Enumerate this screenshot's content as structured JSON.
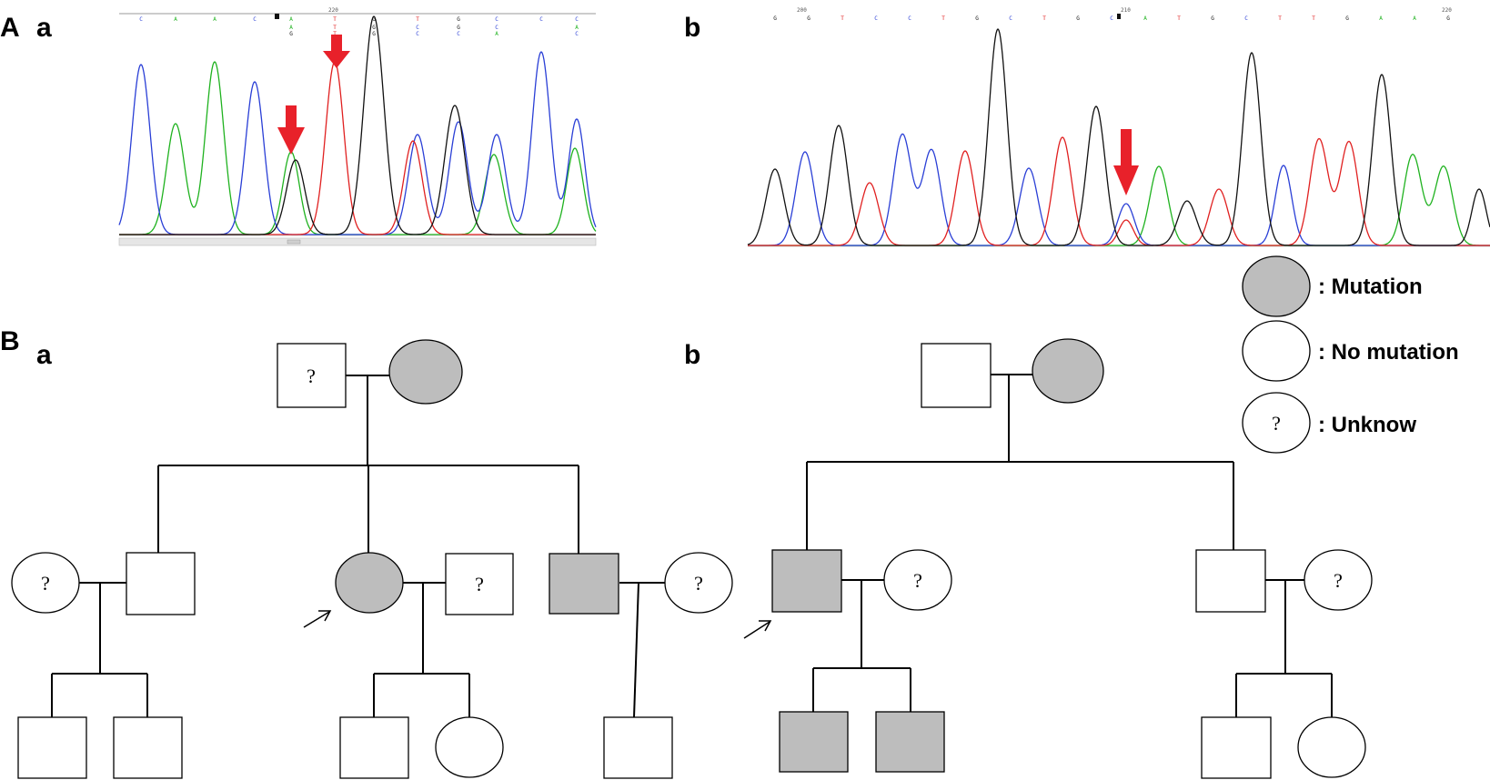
{
  "panel_labels": {
    "A": "A",
    "A_a": "a",
    "A_b": "b",
    "B": "B",
    "B_a": "a",
    "B_b": "b"
  },
  "unknown_mark": "?",
  "legend": [
    {
      "label": ": Mutation",
      "status": "mutation"
    },
    {
      "label": ": No mutation",
      "status": "none"
    },
    {
      "label": ": Unknow",
      "status": "unknown"
    }
  ],
  "chromatogram_a": {
    "position_label": "220",
    "base_calls": [
      "C",
      "A",
      "A",
      "C",
      "A",
      "T",
      "G",
      "T",
      "G",
      "C",
      "C",
      "C"
    ],
    "het_calls_1": [
      "A",
      "T",
      "G",
      "C",
      "G",
      "C",
      "A"
    ],
    "het_calls_2": [
      "G",
      "T",
      "G",
      "C",
      "C",
      "A",
      "C"
    ]
  },
  "chromatogram_b": {
    "position_labels": [
      "200",
      "210",
      "220"
    ],
    "base_calls": [
      "G",
      "G",
      "T",
      "C",
      "C",
      "T",
      "G",
      "C",
      "T",
      "G",
      "C",
      "A",
      "T",
      "G",
      "C",
      "T",
      "T",
      "G",
      "A",
      "A",
      "G"
    ]
  },
  "colors": {
    "A": "#1fb21f",
    "C": "#2a3fd6",
    "G": "#111111",
    "T": "#e02020",
    "affected_fill": "#bdbdbd",
    "arrow": "#e8212a",
    "baseline": "#cfcfcf"
  },
  "pedigree_a": {
    "individuals": [
      {
        "id": "I-1",
        "sex": "male",
        "status": "unknown"
      },
      {
        "id": "I-2",
        "sex": "female",
        "status": "mutation"
      },
      {
        "id": "II-1-spouse",
        "sex": "female",
        "status": "unknown"
      },
      {
        "id": "II-1",
        "sex": "male",
        "status": "none"
      },
      {
        "id": "II-2",
        "sex": "female",
        "status": "mutation",
        "proband": true
      },
      {
        "id": "II-2-spouse",
        "sex": "male",
        "status": "unknown"
      },
      {
        "id": "II-3",
        "sex": "male",
        "status": "mutation"
      },
      {
        "id": "II-3-spouse",
        "sex": "female",
        "status": "unknown"
      },
      {
        "id": "III-1",
        "sex": "male",
        "status": "none"
      },
      {
        "id": "III-2",
        "sex": "male",
        "status": "none"
      },
      {
        "id": "III-3",
        "sex": "male",
        "status": "none"
      },
      {
        "id": "III-4",
        "sex": "female",
        "status": "none"
      },
      {
        "id": "III-5",
        "sex": "male",
        "status": "none"
      }
    ]
  },
  "pedigree_b": {
    "individuals": [
      {
        "id": "I-1",
        "sex": "male",
        "status": "none"
      },
      {
        "id": "I-2",
        "sex": "female",
        "status": "mutation"
      },
      {
        "id": "II-1",
        "sex": "male",
        "status": "mutation",
        "proband": true
      },
      {
        "id": "II-1-spouse",
        "sex": "female",
        "status": "unknown"
      },
      {
        "id": "II-2",
        "sex": "male",
        "status": "none"
      },
      {
        "id": "II-2-spouse",
        "sex": "female",
        "status": "unknown"
      },
      {
        "id": "III-1",
        "sex": "male",
        "status": "mutation"
      },
      {
        "id": "III-2",
        "sex": "male",
        "status": "mutation"
      },
      {
        "id": "III-3",
        "sex": "male",
        "status": "none"
      },
      {
        "id": "III-4",
        "sex": "female",
        "status": "none"
      }
    ]
  }
}
